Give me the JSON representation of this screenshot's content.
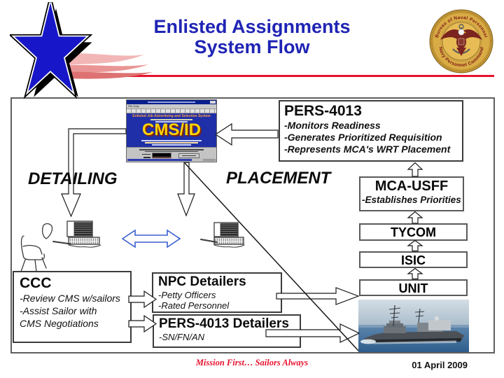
{
  "slide": {
    "title_line1": "Enlisted Assignments",
    "title_line2": "System Flow",
    "footer_motto": "Mission First… Sailors Always",
    "footer_date": "01 April 2009"
  },
  "seal": {
    "top_text": "Bureau of Naval Personnel",
    "bottom_text": "Navy Personnel Command"
  },
  "cms_window": {
    "menu": "File  Help",
    "heading": "Enlisted Job Advertising and Selection System",
    "logo": "CMS/ID"
  },
  "flow_labels": {
    "detailing": "DETAILING",
    "placement": "PLACEMENT"
  },
  "boxes": {
    "pers4013": {
      "title": "PERS-4013",
      "bullets": [
        "-Monitors Readiness",
        "-Generates Prioritized Requisition",
        "-Represents MCA's WRT Placement"
      ]
    },
    "mca_usff": {
      "title": "MCA-USFF",
      "bullets": [
        "-Establishes Priorities"
      ]
    },
    "tycom": {
      "title": "TYCOM"
    },
    "isic": {
      "title": "ISIC"
    },
    "unit": {
      "title": "UNIT"
    },
    "ccc": {
      "title": "CCC",
      "bullets": [
        "-Review CMS w/sailors",
        "-Assist Sailor with",
        "CMS Negotiations"
      ]
    },
    "npc_detailers": {
      "title": "NPC Detailers",
      "bullets": [
        "-Petty Officers",
        "-Rated Personnel"
      ]
    },
    "pers4013_detailers": {
      "title": "PERS-4013 Detailers",
      "bullets": [
        "-SN/FN/AN"
      ]
    }
  },
  "colors": {
    "title_blue": "#1f24b4",
    "line_red": "#e8112d",
    "cms_yellow": "#ffd400",
    "cms_blue": "#1f2fa8"
  }
}
